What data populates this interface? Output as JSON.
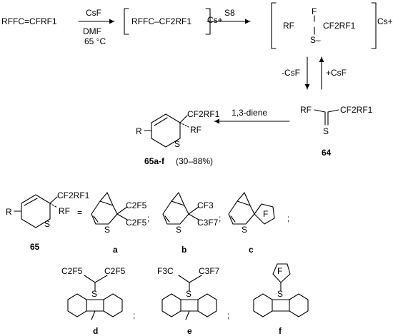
{
  "reaction": {
    "reactant": "RFFC=CFRF1",
    "step1_reagent": "CsF",
    "step1_solvent": "DMF",
    "step1_temp": "65 °C",
    "carbanion": "RFFC–CF2RF1",
    "cation": "Cs+",
    "step2_reagent": "S8",
    "thiolate_top": "F",
    "thiolate_left": "RF",
    "thiolate_right": "CF2RF1",
    "thiolate_bottom": "S–",
    "eq_left": "-CsF",
    "eq_right": "+CsF",
    "thioketone_left": "RF",
    "thioketone_right": "CF2RF1",
    "thioketone_S": "S",
    "thioketone_label": "64",
    "step4_reagent": "1,3-diene",
    "product_sub1": "CF2RF1",
    "product_sub2": "RF",
    "product_R": "R",
    "product_S": "S",
    "product_label": "65a-f",
    "product_yield": "(30–88%)"
  },
  "legend": {
    "label": "65",
    "ring_R": "R",
    "ring_S": "S",
    "sub1": "CF2RF1",
    "sub2": "RF",
    "equals": "=",
    "sep": ";",
    "items": [
      {
        "letter": "a",
        "sub1": "C2F5",
        "sub2": "C2F5",
        "S": "S"
      },
      {
        "letter": "b",
        "sub1": "CF3",
        "sub2": "C3F7",
        "S": "S"
      },
      {
        "letter": "c",
        "ring": "F",
        "S": "S"
      },
      {
        "letter": "d",
        "sub1": "C2F5",
        "sub2": "C2F5",
        "S": "S"
      },
      {
        "letter": "e",
        "sub1": "F3C",
        "sub2": "C3F7",
        "S": "S"
      },
      {
        "letter": "f",
        "ring": "F",
        "S": "S"
      }
    ]
  }
}
